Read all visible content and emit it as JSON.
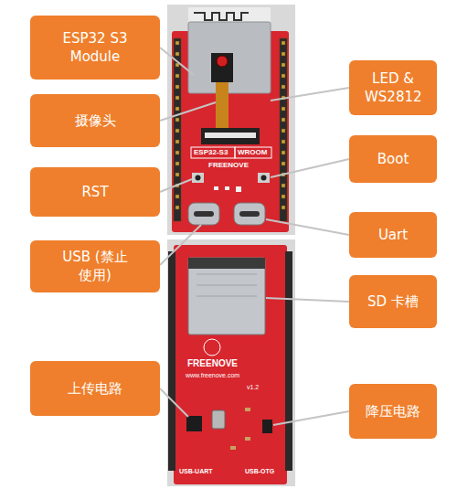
{
  "diagram": {
    "nodes": [
      {
        "text": [
          "ESP32 S3 Module"
        ]
      },
      {
        "text": [
          "LED & WS2812"
        ]
      },
      {
        "text": [
          "摄像头"
        ]
      },
      {
        "text": [
          "Boot"
        ]
      },
      {
        "text": [
          "RST"
        ]
      },
      {
        "text": [
          "Uart"
        ]
      },
      {
        "text": [
          "USB (禁止使用)"
        ]
      },
      {
        "text": [
          "SD 卡槽"
        ]
      },
      {
        "text": [
          "上传电路"
        ]
      },
      {
        "text": [
          "降压电路"
        ]
      }
    ],
    "labels": [
      "ESP32-S3",
      "WROOM",
      "FREENOVE",
      "FREENOVE",
      "www.freenove.com",
      "v1.2",
      "USB-UART",
      "USB-OTG"
    ]
  }
}
